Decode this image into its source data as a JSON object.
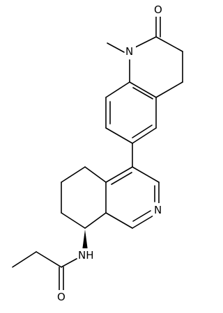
{
  "figure": {
    "type": "chemical-structure",
    "background": "#ffffff",
    "bond_color": "#000000"
  },
  "atoms": {
    "n_amide_lactam": "N",
    "o_lactam": "O",
    "n_pyridine": "N",
    "nh_amide": "NH",
    "o_amide": "O"
  }
}
